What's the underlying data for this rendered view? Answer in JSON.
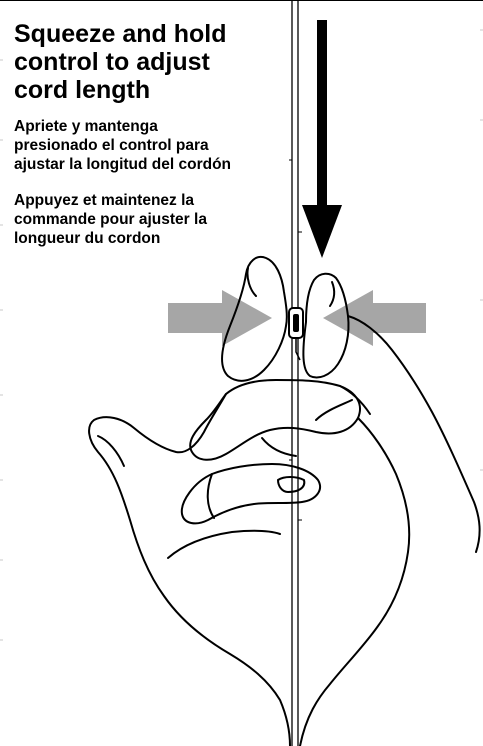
{
  "instruction": {
    "title_en": "Squeeze and hold\ncontrol to adjust\ncord length",
    "text_es": "Apriete y mantenga\npresionado el control para\najustar la longitud del cordón",
    "text_fr": "Appuyez et maintenez la\ncommande pour ajuster la\nlongueur du cordon"
  },
  "icons": {
    "down_arrow": "down-arrow-icon",
    "squeeze_arrows": "squeeze-arrow-icon",
    "hand": "hand-illustration"
  },
  "colors": {
    "text": "#000000",
    "squeeze_arrow": "#a6a6a6",
    "line": "#000000"
  }
}
